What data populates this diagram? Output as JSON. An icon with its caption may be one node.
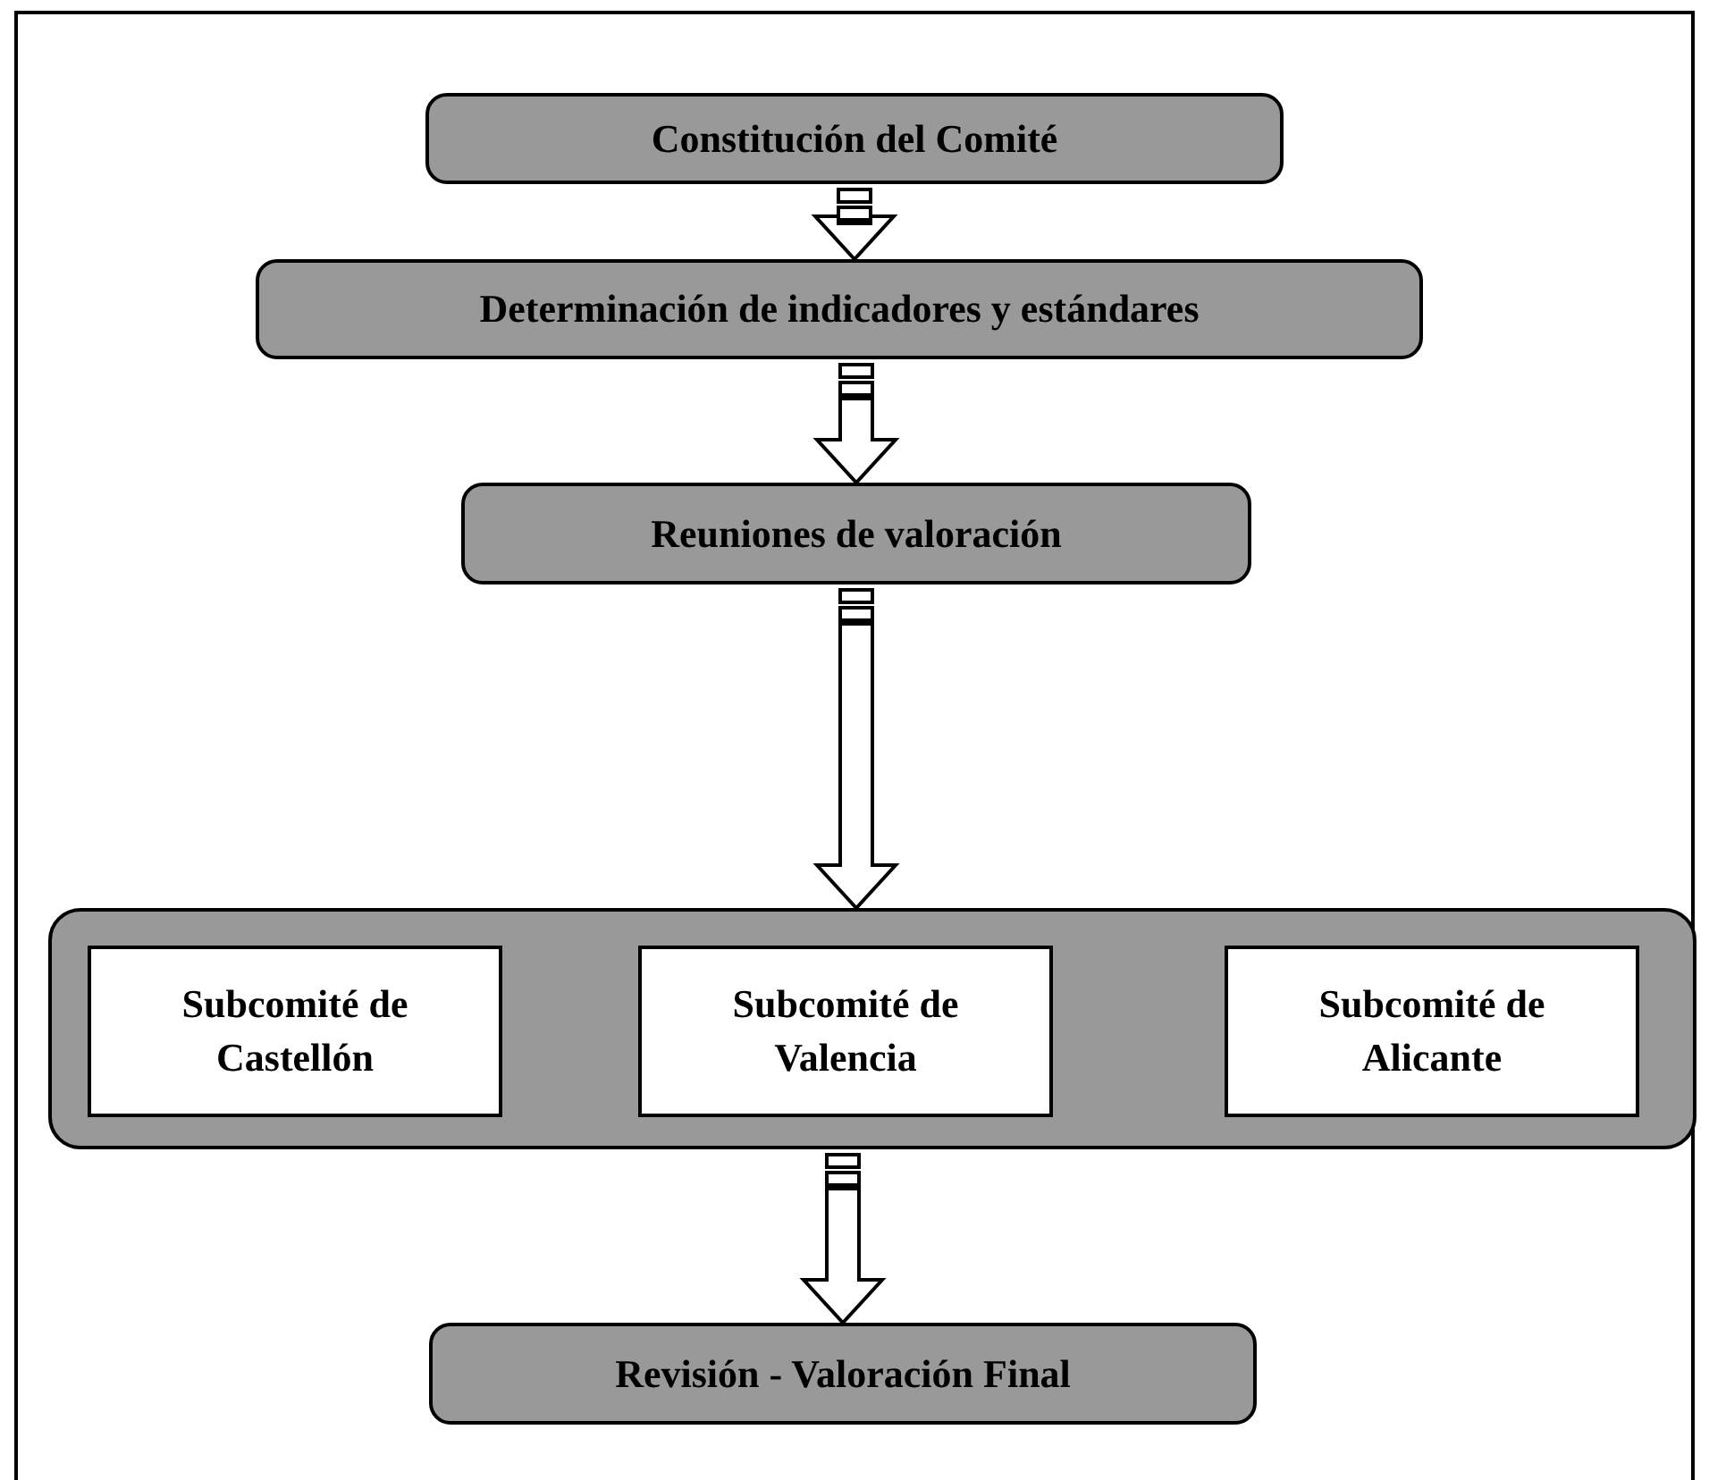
{
  "diagram": {
    "nodes": [
      {
        "text": [
          "Constitución del Comité"
        ]
      },
      {
        "text": [
          "Determinación de indicadores y estándares"
        ]
      },
      {
        "text": [
          "Reuniones de valoración"
        ]
      },
      {
        "text": [],
        "shape": "box"
      },
      {
        "text": [
          "Subcomité de Castellón"
        ],
        "in": 3
      },
      {
        "text": [
          "Subcomité de Valencia"
        ],
        "in": 3
      },
      {
        "text": [
          "Subcomité de Alicante"
        ],
        "in": 3
      },
      {
        "text": [
          "Revisión - Valoración Final"
        ]
      }
    ],
    "edges": [
      {
        "from": 0,
        "to": 1,
        "arrow": "to"
      },
      {
        "from": 1,
        "to": 2,
        "arrow": "to"
      },
      {
        "from": 2,
        "to": 3,
        "arrow": "to"
      },
      {
        "from": 3,
        "to": 7,
        "arrow": "to"
      }
    ]
  }
}
